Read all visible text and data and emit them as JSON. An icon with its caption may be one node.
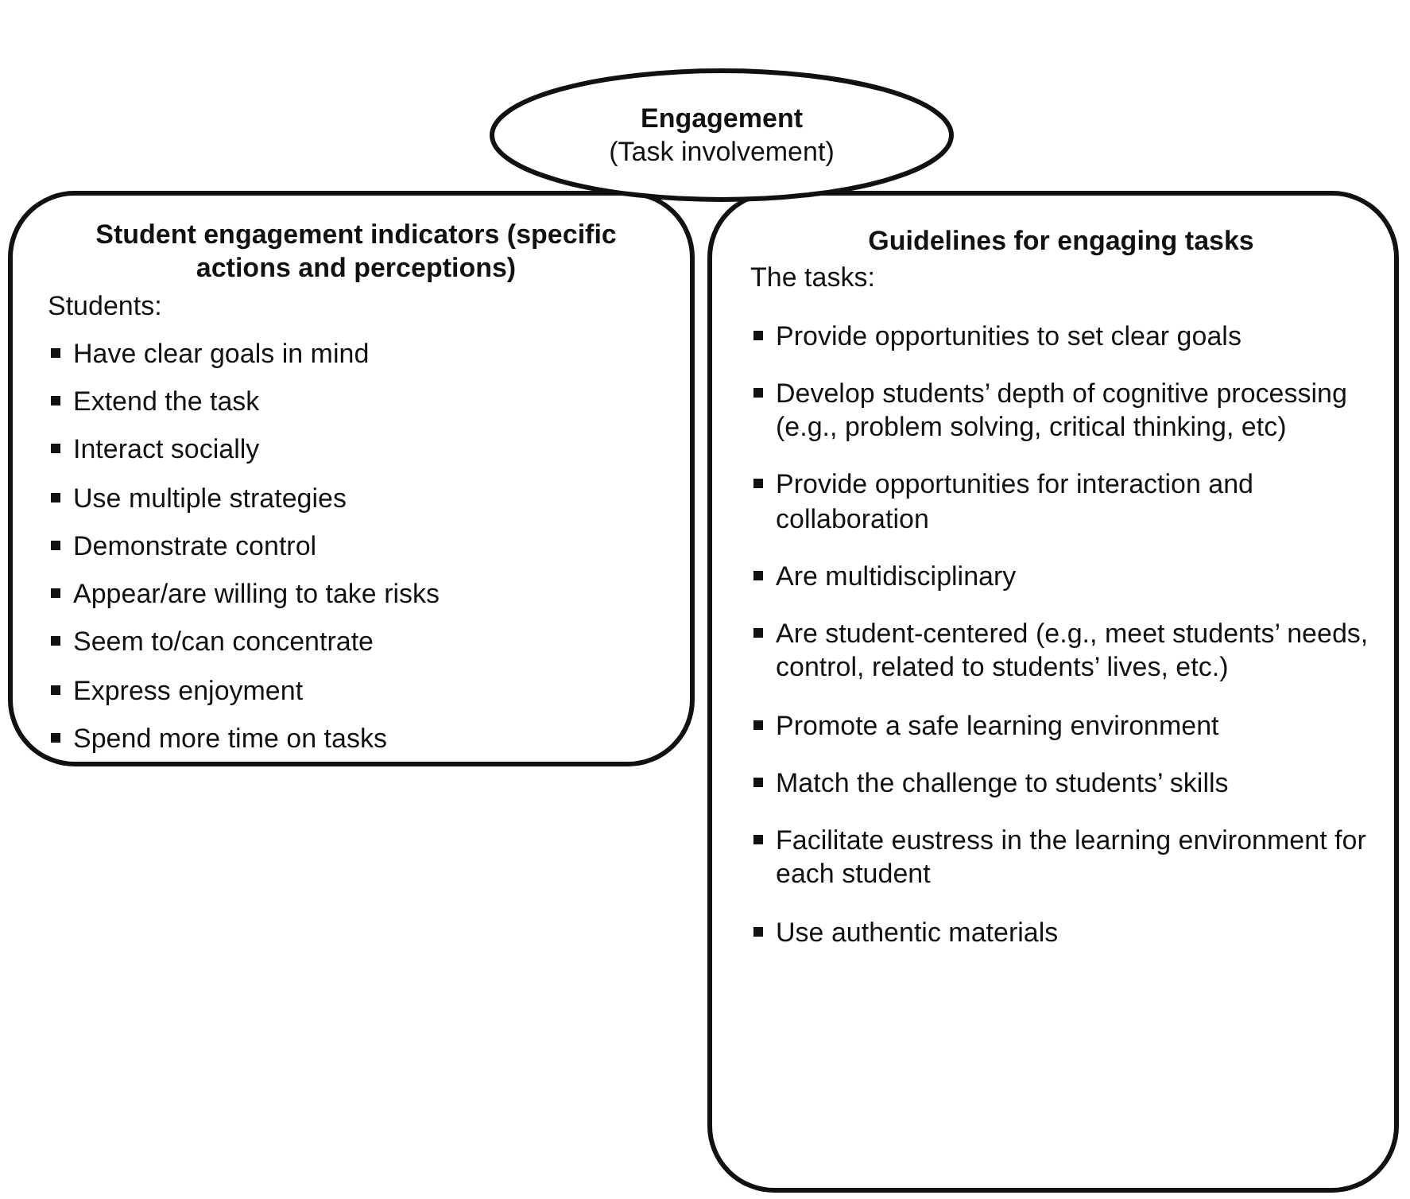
{
  "diagram": {
    "nodes": [
      {
        "text": [
          "Engagement",
          "(Task involvement)"
        ]
      },
      {
        "text": [
          "Student engagement indicators (specific actions and perceptions)",
          "Students:",
          "Have clear goals in mind",
          "Extend the task",
          "Interact socially",
          "Use multiple strategies",
          "Demonstrate control",
          "Appear/are willing to take risks",
          "Seem to/can concentrate",
          "Express enjoyment",
          "Spend more time on tasks"
        ]
      },
      {
        "text": [
          "Guidelines for engaging tasks",
          "The tasks:",
          "Provide opportunities to set clear goals",
          "Develop students’ depth of cognitive processing (e.g., problem solving, critical thinking, etc)",
          "Provide opportunities for interaction and collaboration",
          "Are multidisciplinary",
          "Are student-centered (e.g., meet students’ needs, control, related to students’ lives, etc.)",
          "Promote a safe learning environment",
          "Match the challenge to students’ skills",
          "Facilitate eustress in the learning environment for each student",
          "Use authentic materials"
        ]
      }
    ]
  }
}
